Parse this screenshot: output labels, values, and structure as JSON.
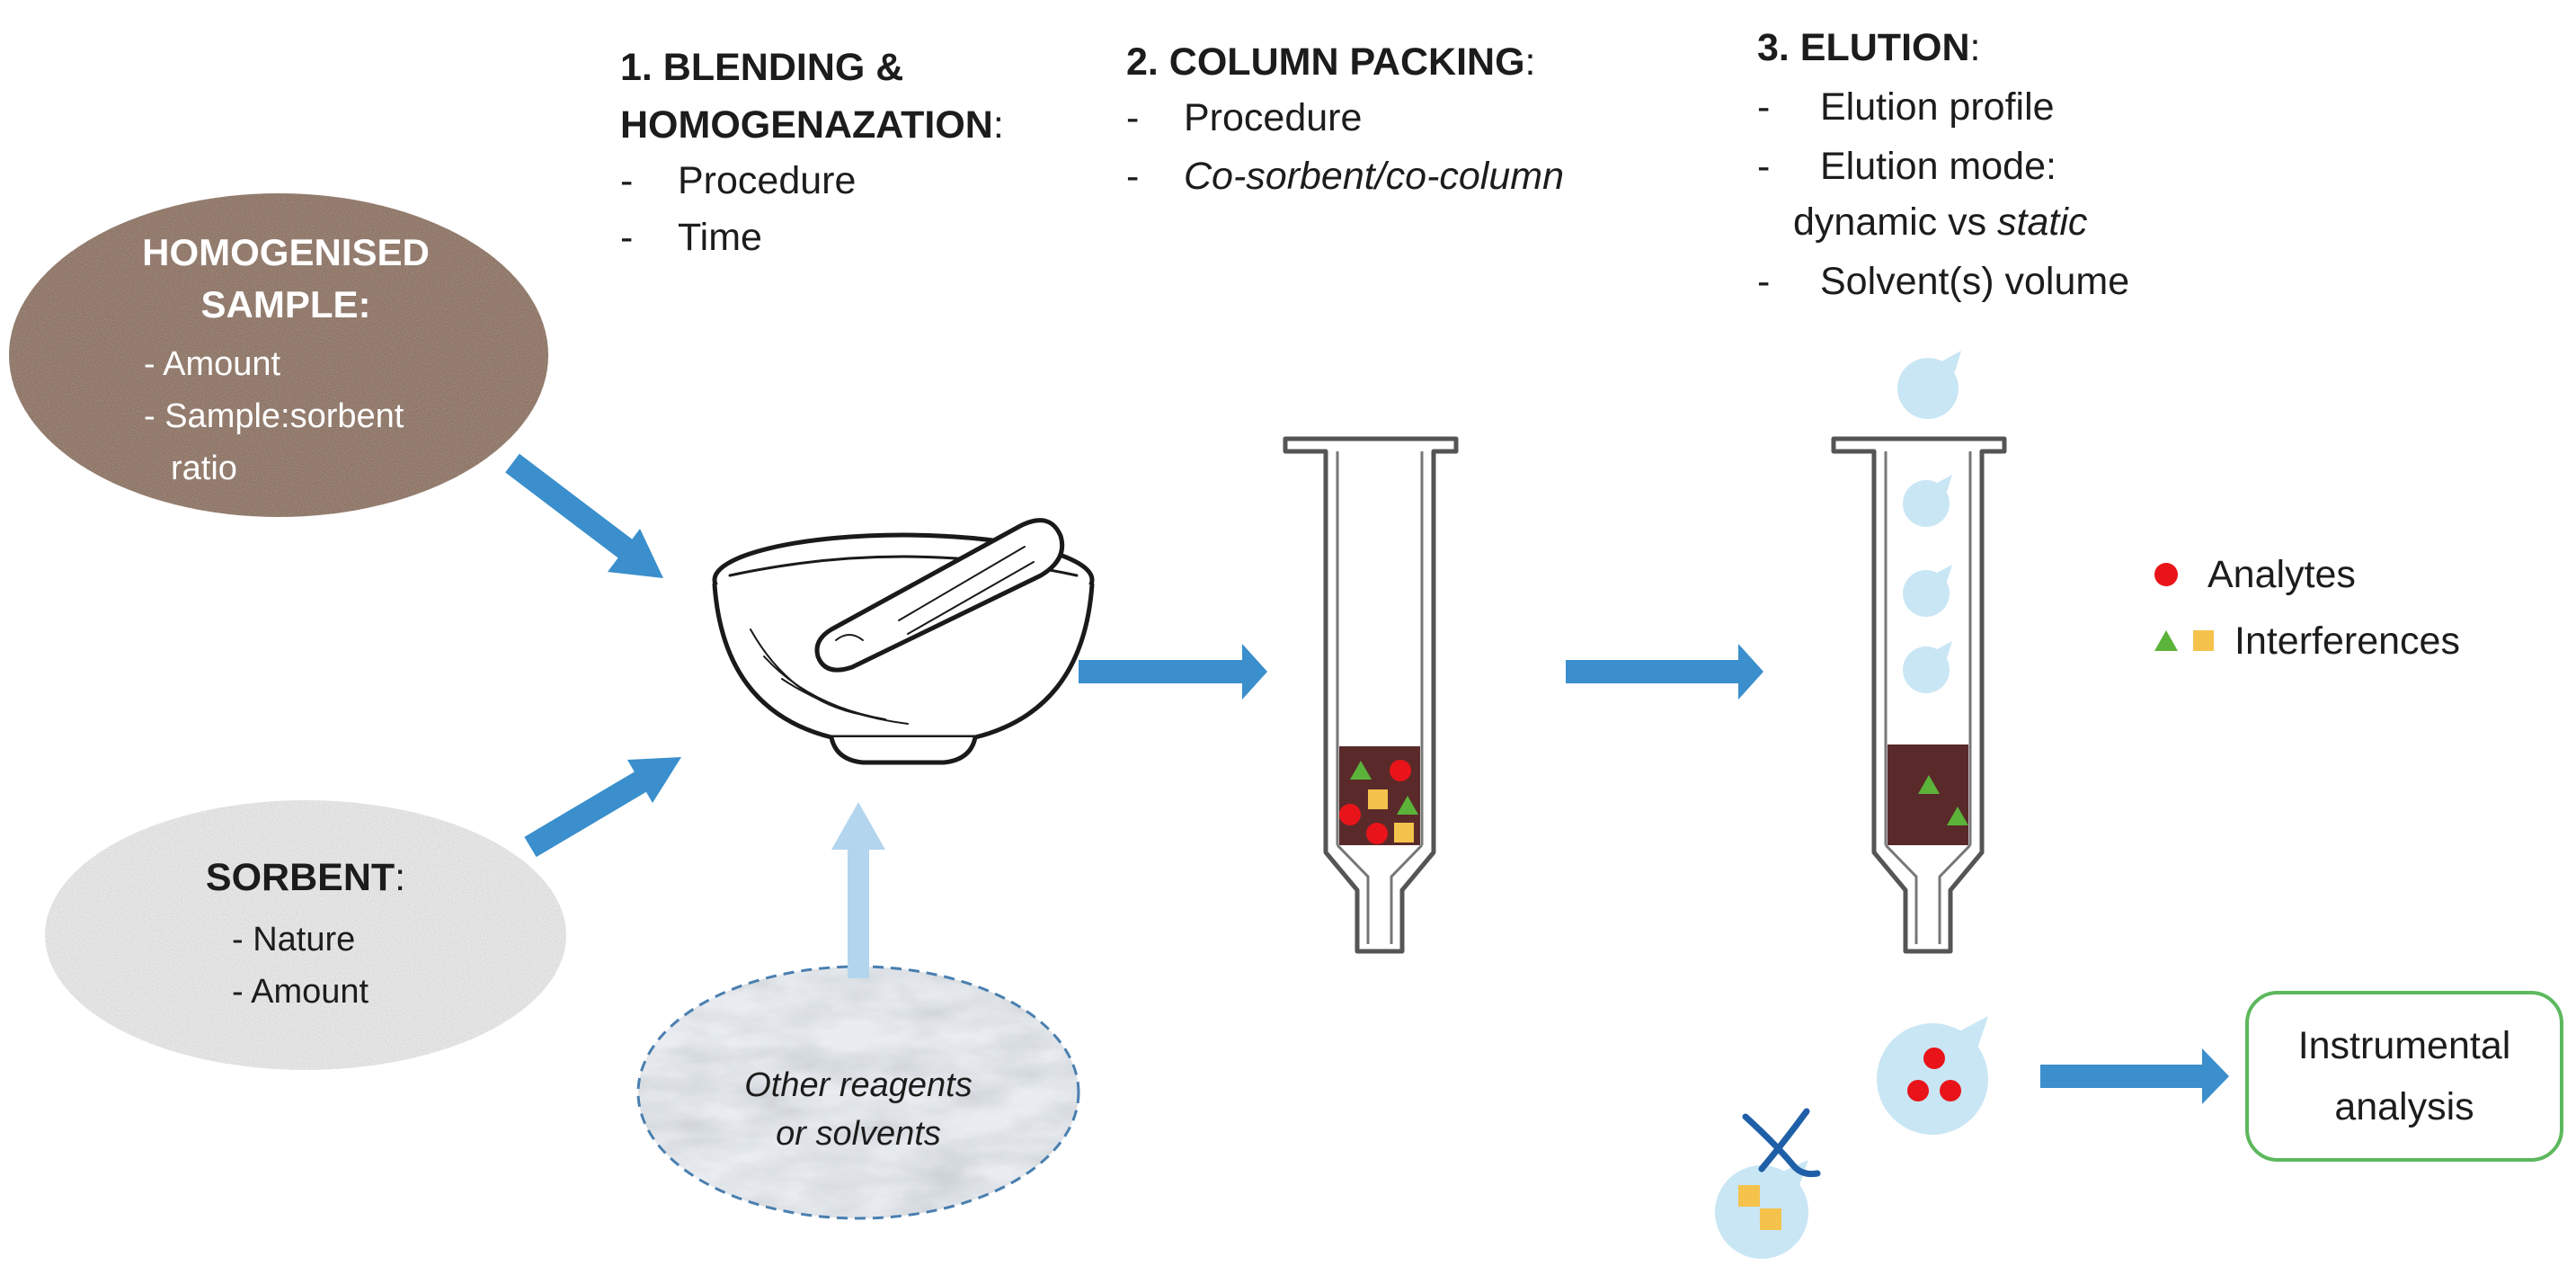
{
  "step1": {
    "title_line1": "1. BLENDING &",
    "title_line2": "HOMOGENAZATION",
    "colon": ":",
    "items": [
      "Procedure",
      "Time"
    ]
  },
  "step2": {
    "title": "2. COLUMN PACKING",
    "colon": ":",
    "items": [
      "Procedure",
      "Co-sorbent/co-column"
    ]
  },
  "step3": {
    "title": "3. ELUTION",
    "colon": ":",
    "item1": "Elution profile",
    "item2_line1": "Elution mode:",
    "item2_line2_a": "dynamic vs ",
    "item2_line2_b": "static",
    "item3": "Solvent(s) volume"
  },
  "sample": {
    "title_line1": "HOMOGENISED",
    "title_line2": "SAMPLE:",
    "items": [
      "- Amount",
      "- Sample:sorbent",
      "ratio"
    ]
  },
  "sorbent": {
    "title": "SORBENT",
    "colon": ":",
    "items": [
      "- Nature",
      "- Amount"
    ]
  },
  "reagents": {
    "line1": "Other reagents",
    "line2": "or solvents"
  },
  "legend": {
    "analytes": "Analytes",
    "interferences": "Interferences"
  },
  "output": {
    "line1": "Instrumental",
    "line2": "analysis"
  },
  "colors": {
    "arrow": "#3a8fcc",
    "arrow_light": "#b3d6ee",
    "analyte": "#e8141a",
    "interference_triangle": "#5bb33a",
    "interference_square": "#f5c24c",
    "sorbent_bed": "#5a2a2a",
    "droplet": "#c9e6f5",
    "output_border": "#5cb85c"
  }
}
